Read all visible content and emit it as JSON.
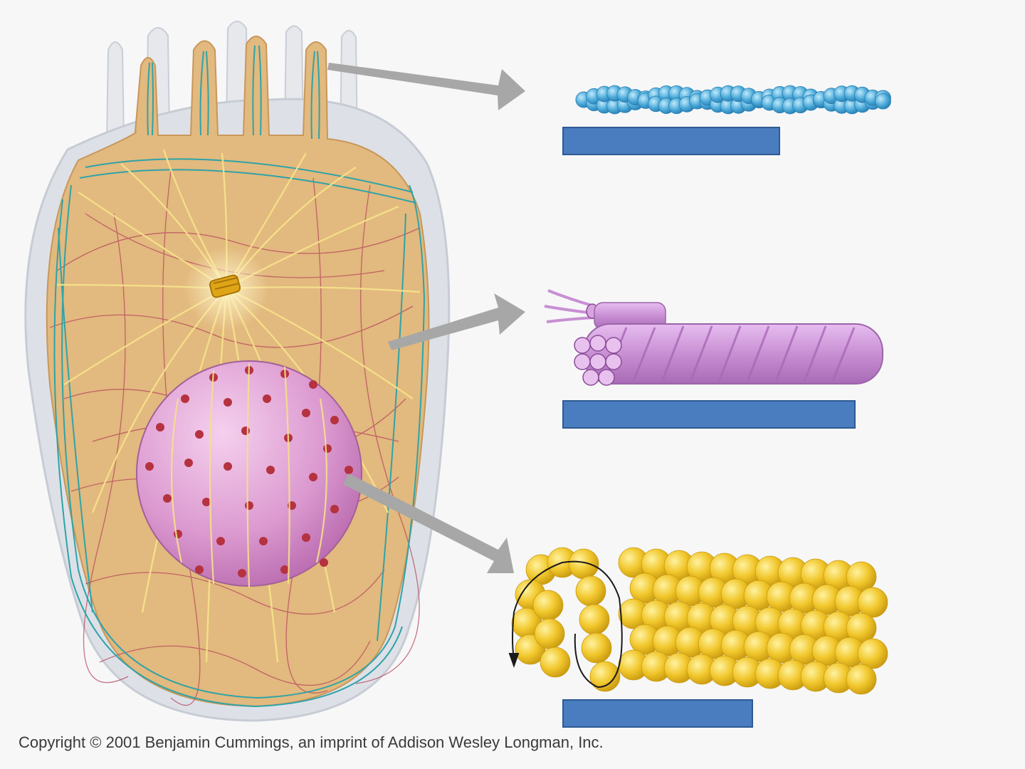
{
  "figure": {
    "copyright": "Copyright © 2001 Benjamin Cummings, an imprint of Addison Wesley Longman, Inc.",
    "label_boxes": [
      {
        "id": "box-1",
        "text": ""
      },
      {
        "id": "box-2",
        "text": ""
      },
      {
        "id": "box-3",
        "text": ""
      }
    ]
  },
  "colors": {
    "background": "#f7f7f8",
    "cytoplasm": "#e2b97e",
    "membrane": "#d9dde3",
    "nucleus": "#dc9ad0",
    "nuclear_pore": "#b5323f",
    "microfilament": "#4aa9d8",
    "intermediate_filament": "#c88fd3",
    "microtubule": "#f0c52e",
    "arrow": "#a7a7a7",
    "label_box": "#4a7cc0"
  },
  "icons": [
    "cell-illustration",
    "microfilament-strand",
    "intermediate-filament-rope",
    "microtubule-tube",
    "pointer-arrow"
  ]
}
